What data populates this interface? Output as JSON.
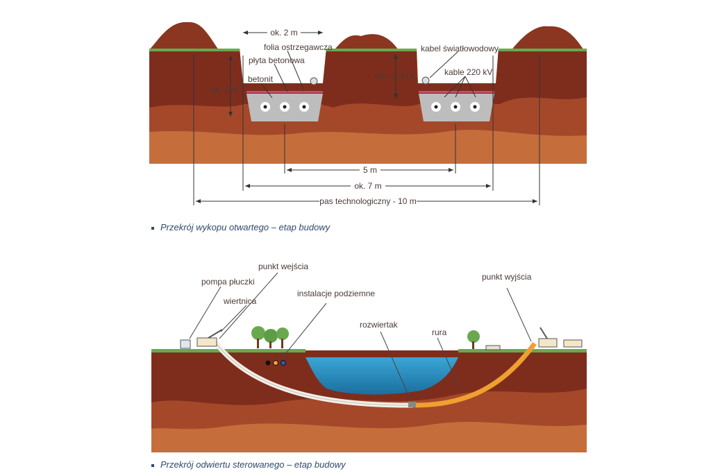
{
  "trench": {
    "labels": {
      "ok_2m_top": "ok. 2 m",
      "folia": "folia ostrzegawcza",
      "plyta": "płyta betonowa",
      "betonit": "betonit",
      "ok_2m_side": "ok. 2 m",
      "min_depth": "min. 1,3 m",
      "kabel_swiatlowodowy": "kabel światłowodowy",
      "kable": "kable 220 kV",
      "span_5m": "5 m",
      "span_7m": "ok. 7 m",
      "pas": "pas technologiczny - 10 m"
    },
    "caption": "Przekrój wykopu otwartego – etap budowy"
  },
  "drilling": {
    "labels": {
      "punkt_wejscia": "punkt wejścia",
      "pompa": "pompa płuczki",
      "wiertnica": "wiertnica",
      "instalacje": "instalacje podziemne",
      "rozwiertak": "rozwiertak",
      "rura": "rura",
      "punkt_wyjscia": "punkt wyjścia"
    },
    "caption": "Przekrój odwiertu sterowanego – etap budowy"
  },
  "colors": {
    "soil_dark": "#7a2b1c",
    "soil_mid": "#9c4527",
    "soil_light": "#bf6b3d",
    "grass": "#6aa84f",
    "concrete": "#b9b9b9",
    "water": "#2f8fbf",
    "pipe_orange": "#f0a030",
    "caption": "#2f4a6e"
  }
}
